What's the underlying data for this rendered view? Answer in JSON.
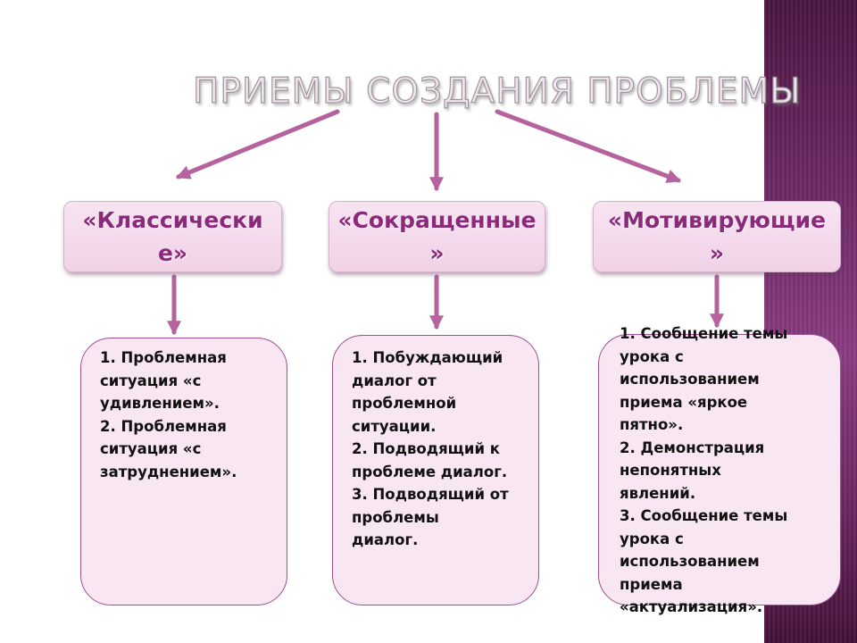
{
  "title": "ПРИЕМЫ СОЗДАНИЯ  ПРОБЛЕМЫ",
  "columns": [
    {
      "heading_lines": [
        "«Классически",
        "е»"
      ],
      "lines": [
        "1. Проблемная",
        "ситуация «с",
        "удивлением».",
        "2. Проблемная",
        "ситуация «с",
        "затруднением»."
      ]
    },
    {
      "heading_lines": [
        "«Сокращенные",
        "»"
      ],
      "lines": [
        "1. Побуждающий",
        "диалог от",
        "проблемной",
        "ситуации.",
        "2. Подводящий к",
        "проблеме диалог.",
        "3. Подводящий от",
        "проблемы",
        "диалог."
      ]
    },
    {
      "heading_lines": [
        "«Мотивирующие",
        "»"
      ],
      "lines": [
        "1. Сообщение темы",
        "урока с",
        "использованием",
        "приема «яркое",
        "пятно».",
        "2. Демонстрация",
        "непонятных",
        "явлений.",
        "3. Сообщение темы",
        "урока с",
        "использованием",
        "приема",
        "«актуализация»."
      ]
    }
  ],
  "colors": {
    "arrow": "#b5629f",
    "heading_text": "#8b2a7a",
    "card_border": "#9d4f91",
    "card_fill": "#f8e6f3",
    "stripe": "#6e2a66"
  }
}
